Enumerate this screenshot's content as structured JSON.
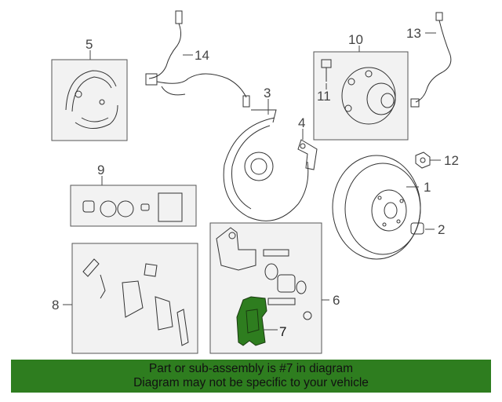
{
  "callouts": {
    "n1": "1",
    "n2": "2",
    "n3": "3",
    "n4": "4",
    "n5": "5",
    "n6": "6",
    "n7": "7",
    "n8": "8",
    "n9": "9",
    "n10": "10",
    "n11": "11",
    "n12": "12",
    "n13": "13",
    "n14": "14"
  },
  "footer": {
    "line1": "Part or sub-assembly is #7 in diagram",
    "line2": "Diagram may not be specific to your vehicle"
  },
  "colors": {
    "highlight": "#2e7d1f",
    "box_fill": "#f2f2f2"
  }
}
